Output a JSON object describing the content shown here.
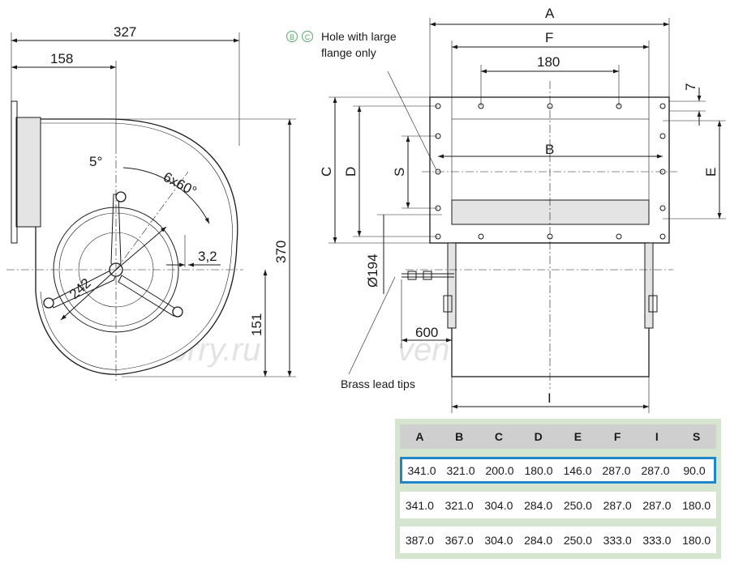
{
  "dims_front": {
    "d327": "327",
    "d158": "158",
    "d5deg": "5°",
    "d6x60": "6x60°",
    "d3_2": "3,2",
    "d242": "242",
    "d370": "370",
    "d151": "151"
  },
  "dims_side": {
    "A": "A",
    "F": "F",
    "d180": "180",
    "B": "B",
    "d7": "7",
    "C": "C",
    "D": "D",
    "S": "S",
    "E": "E",
    "d194": "Ø194",
    "d600": "600",
    "I": "I"
  },
  "notes": {
    "badge_b": "B",
    "badge_c": "C",
    "hole_note": "Hole with large\nflange only",
    "hole_line1": "Hole with large",
    "hole_line2": "flange only",
    "lead_tips": "Brass lead tips"
  },
  "watermark": "ventilatorry.ru",
  "table": {
    "columns": [
      "A",
      "B",
      "C",
      "D",
      "E",
      "F",
      "I",
      "S"
    ],
    "rows": [
      [
        "341.0",
        "321.0",
        "200.0",
        "180.0",
        "146.0",
        "287.0",
        "287.0",
        "90.0"
      ],
      [
        "341.0",
        "321.0",
        "304.0",
        "284.0",
        "250.0",
        "287.0",
        "287.0",
        "180.0"
      ],
      [
        "387.0",
        "367.0",
        "304.0",
        "284.0",
        "250.0",
        "333.0",
        "333.0",
        "180.0"
      ]
    ],
    "selected_row": 0
  },
  "colors": {
    "table_bg": "#d5e5cf",
    "header_bg": "#cfcfcf",
    "highlight": "#1f86c8",
    "badge": "#5aa86a"
  }
}
